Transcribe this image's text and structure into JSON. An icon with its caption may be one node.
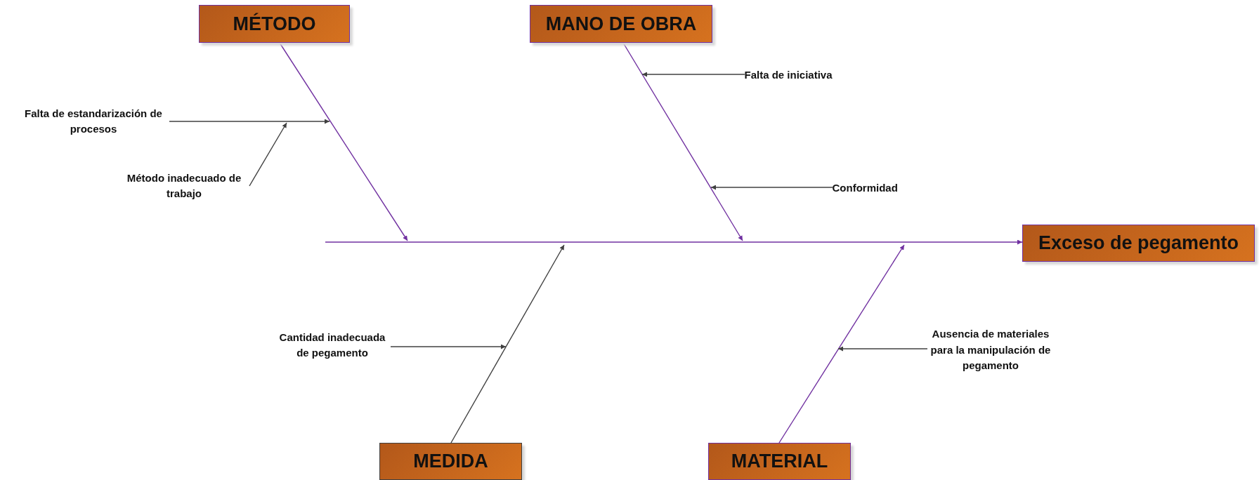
{
  "diagram": {
    "nodes": [
      {
        "text": [
          "MÉTODO"
        ]
      },
      {
        "text": [
          "MANO DE OBRA"
        ]
      },
      {
        "text": [
          "Exceso de pegamento"
        ]
      },
      {
        "text": [
          "MEDIDA"
        ]
      },
      {
        "text": [
          "MATERIAL"
        ]
      },
      {
        "text": [
          "Falta de estandarización de procesos"
        ]
      },
      {
        "text": [
          "Método inadecuado de trabajo"
        ]
      },
      {
        "text": [
          "Falta de iniciativa"
        ]
      },
      {
        "text": [
          "Conformidad"
        ]
      },
      {
        "text": [
          "Cantidad inadecuada de pegamento"
        ]
      },
      {
        "text": [
          "Ausencia de materiales para la manipulación de pegamento"
        ]
      }
    ],
    "edges": [
      {
        "from": null,
        "to": 2,
        "arrow": "to",
        "color": "#7030a0"
      },
      {
        "from": 0,
        "to": null,
        "arrow": "to",
        "color": "#7030a0"
      },
      {
        "from": 5,
        "to": null,
        "arrow": "to"
      },
      {
        "from": 6,
        "to": null,
        "arrow": "to"
      },
      {
        "from": 1,
        "to": null,
        "arrow": "to",
        "color": "#7030a0"
      },
      {
        "from": 7,
        "to": null,
        "arrow": "to"
      },
      {
        "from": 8,
        "to": null,
        "arrow": "to"
      },
      {
        "from": 3,
        "to": null,
        "arrow": "to"
      },
      {
        "from": 9,
        "to": null,
        "arrow": "to"
      },
      {
        "from": 4,
        "to": null,
        "arrow": "to",
        "color": "#7030a0"
      },
      {
        "from": 10,
        "to": null,
        "arrow": "to"
      }
    ]
  }
}
